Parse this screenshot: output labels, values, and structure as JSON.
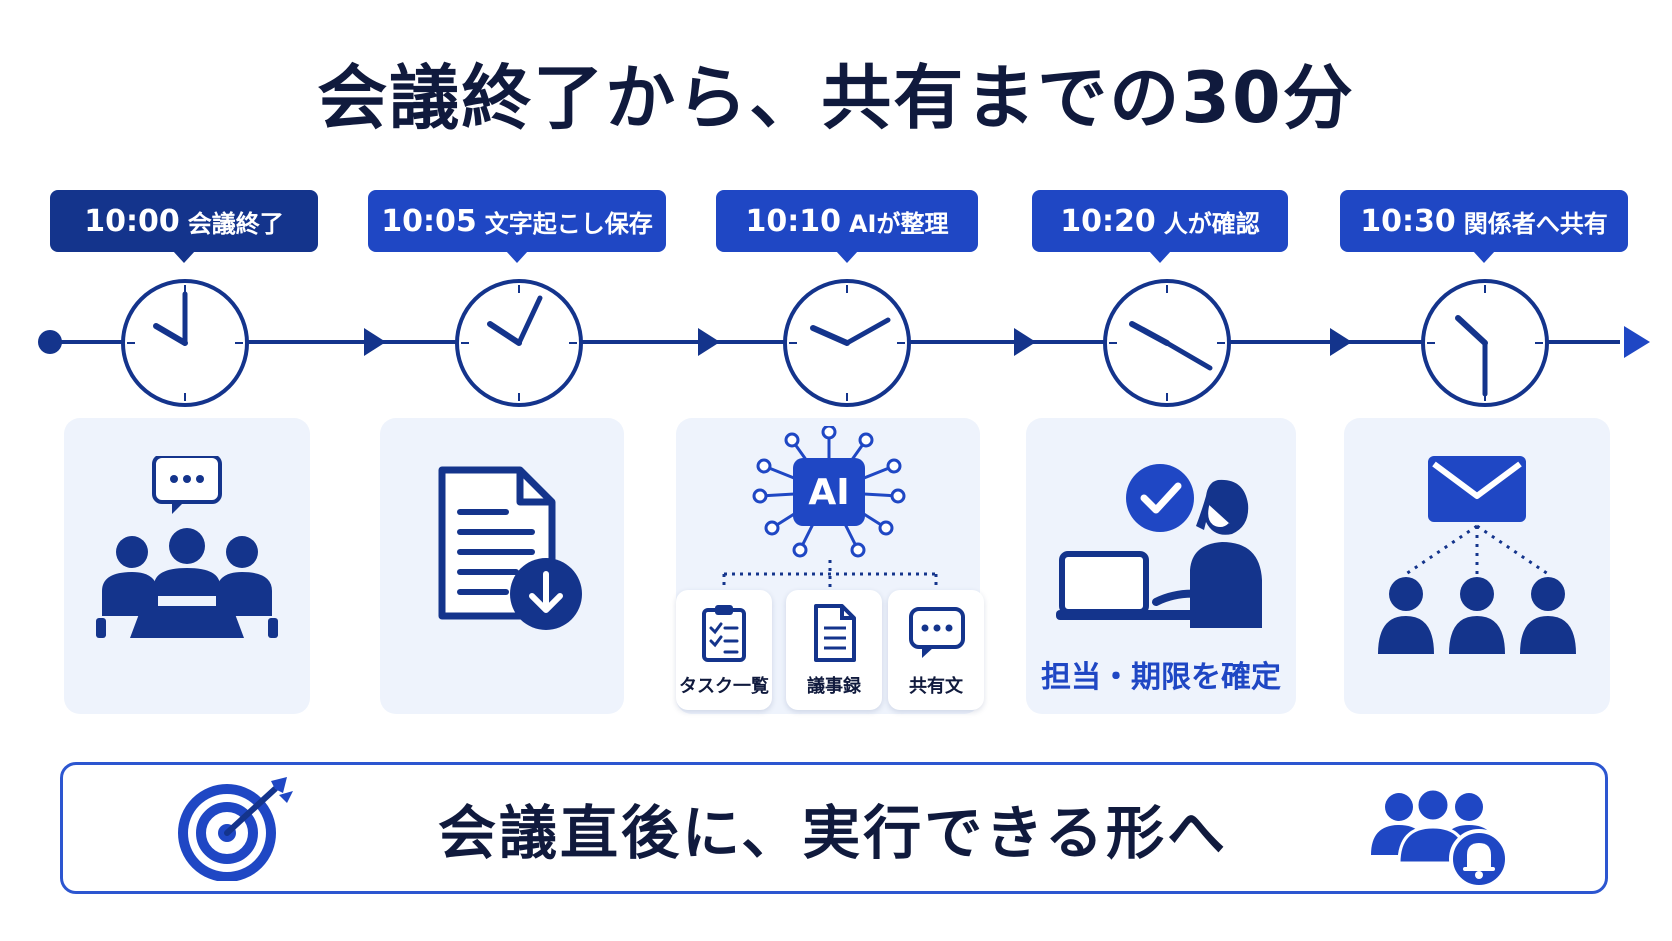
{
  "title": "会議終了から、共有までの30分",
  "steps": [
    {
      "time": "10:00",
      "label": "会議終了"
    },
    {
      "time": "10:05",
      "label": "文字起こし保存"
    },
    {
      "time": "10:10",
      "label": "AIが整理"
    },
    {
      "time": "10:20",
      "label": "人が確認"
    },
    {
      "time": "10:30",
      "label": "関係者へ共有"
    }
  ],
  "ai_card": {
    "chip": "AI",
    "outputs": [
      "タスク一覧",
      "議事録",
      "共有文"
    ]
  },
  "confirm_card": {
    "caption": "担当・期限を確定"
  },
  "banner": {
    "text": "会議直後に、実行できる形へ"
  },
  "colors": {
    "navy": "#14348c",
    "blue": "#1f47c4",
    "dark": "#101a3d",
    "card": "#eef3fc"
  }
}
